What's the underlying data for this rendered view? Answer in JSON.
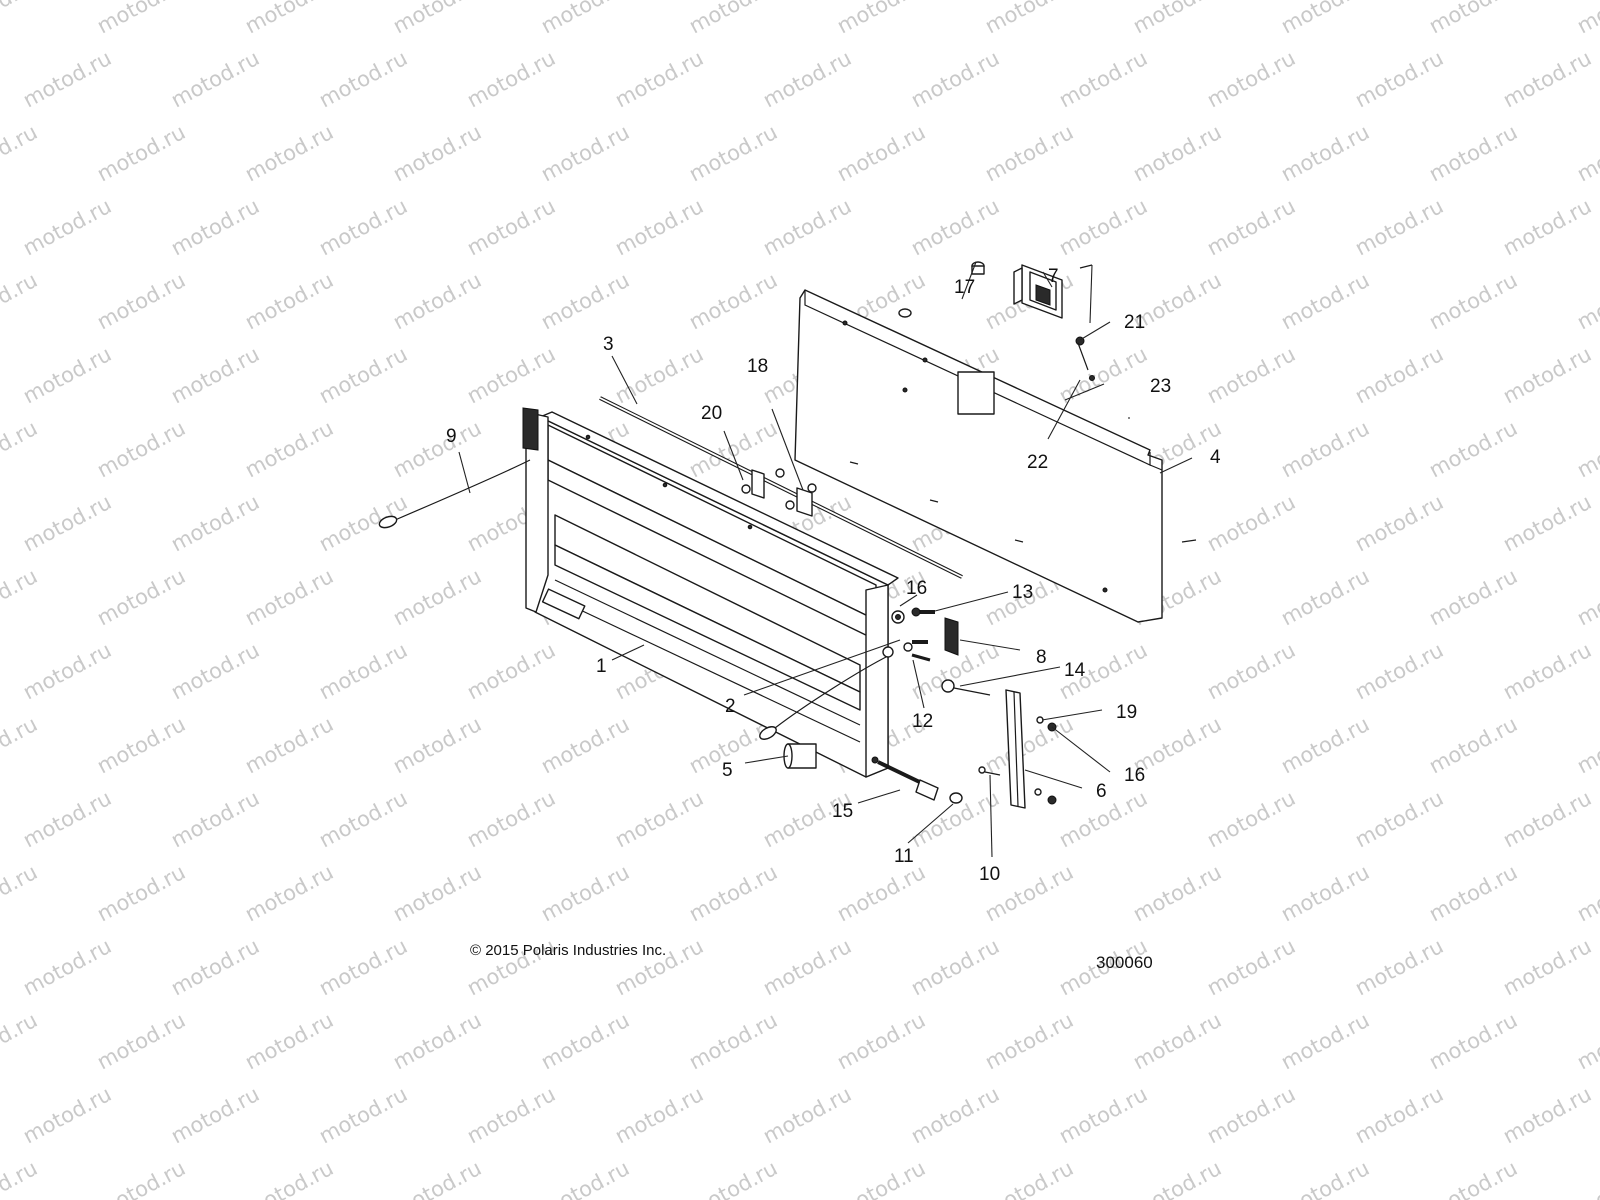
{
  "watermark": {
    "text": "motod.ru"
  },
  "callouts": [
    {
      "id": "1",
      "label": "1"
    },
    {
      "id": "2",
      "label": "2"
    },
    {
      "id": "3",
      "label": "3"
    },
    {
      "id": "4",
      "label": "4"
    },
    {
      "id": "5",
      "label": "5"
    },
    {
      "id": "6",
      "label": "6"
    },
    {
      "id": "7",
      "label": "7"
    },
    {
      "id": "8",
      "label": "8"
    },
    {
      "id": "9",
      "label": "9"
    },
    {
      "id": "10",
      "label": "10"
    },
    {
      "id": "11",
      "label": "11"
    },
    {
      "id": "12",
      "label": "12"
    },
    {
      "id": "13",
      "label": "13"
    },
    {
      "id": "14",
      "label": "14"
    },
    {
      "id": "15",
      "label": "15"
    },
    {
      "id": "16a",
      "label": "16"
    },
    {
      "id": "16b",
      "label": "16"
    },
    {
      "id": "17",
      "label": "17"
    },
    {
      "id": "18",
      "label": "18"
    },
    {
      "id": "19",
      "label": "19"
    },
    {
      "id": "20",
      "label": "20"
    },
    {
      "id": "21",
      "label": "21"
    },
    {
      "id": "22",
      "label": "22"
    },
    {
      "id": "23",
      "label": "23"
    }
  ],
  "footer": {
    "copyright": "© 2015 Polaris Industries Inc.",
    "diagram_number": "300060"
  }
}
